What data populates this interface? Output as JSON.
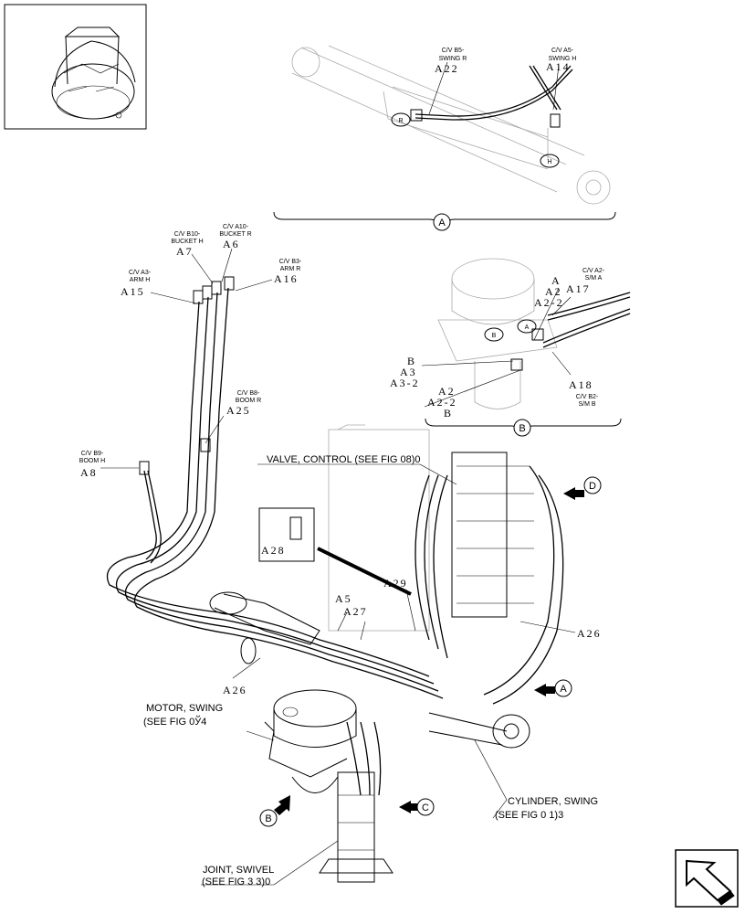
{
  "views": {
    "a": "A",
    "b": "B",
    "c": "C",
    "d": "D"
  },
  "ports": {
    "r": "R",
    "h": "H",
    "a": "A",
    "b": "B"
  },
  "labels": {
    "cv_b5_1": "C/V B5-",
    "cv_b5_2": "SWING R",
    "cv_a5_1": "C/V A5-",
    "cv_a5_2": "SWING H",
    "cv_b10_1": "C/V B10-",
    "cv_b10_2": "BUCKET H",
    "cv_a10_1": "C/V A10-",
    "cv_a10_2": "BUCKET R",
    "cv_b3_1": "C/V B3-",
    "cv_b3_2": "ARM R",
    "cv_a3_1": "C/V A3-",
    "cv_a3_2": "ARM H",
    "cv_b8_1": "C/V B8-",
    "cv_b8_2": "BOOM R",
    "cv_b9_1": "C/V B9-",
    "cv_b9_2": "BOOM H",
    "cv_a2_1": "C/V A2-",
    "cv_a2_2": "S/M A",
    "cv_b2_1": "C/V B2-",
    "cv_b2_2": "S/M B"
  },
  "refs": {
    "a22": "A22",
    "a14": "A14",
    "a7": "A7",
    "a6": "A6",
    "a16": "A16",
    "a15": "A15",
    "a25": "A25",
    "a8": "A8",
    "a17": "A17",
    "a_port": "A",
    "a2": "A2",
    "a2_2": "A2-2",
    "b_port": "B",
    "a3": "A3",
    "a3_2": "A3-2",
    "a18": "A18",
    "a28": "A28",
    "a29": "A29",
    "a5": "A5",
    "a27": "A27",
    "a26": "A26"
  },
  "callouts": {
    "valve_control": "VALVE, CONTROL (SEE FIG 08)0",
    "motor_swing_1": "MOTOR, SWING",
    "motor_swing_2": "(SEE FIG 0Ў4",
    "cylinder_swing_1": "CYLINDER, SWING",
    "cylinder_swing_2": "(SEE FIG 0 1)3",
    "joint_swivel_1": "JOINT, SWIVEL",
    "joint_swivel_2": "(SEE FIG 3 3)0"
  }
}
